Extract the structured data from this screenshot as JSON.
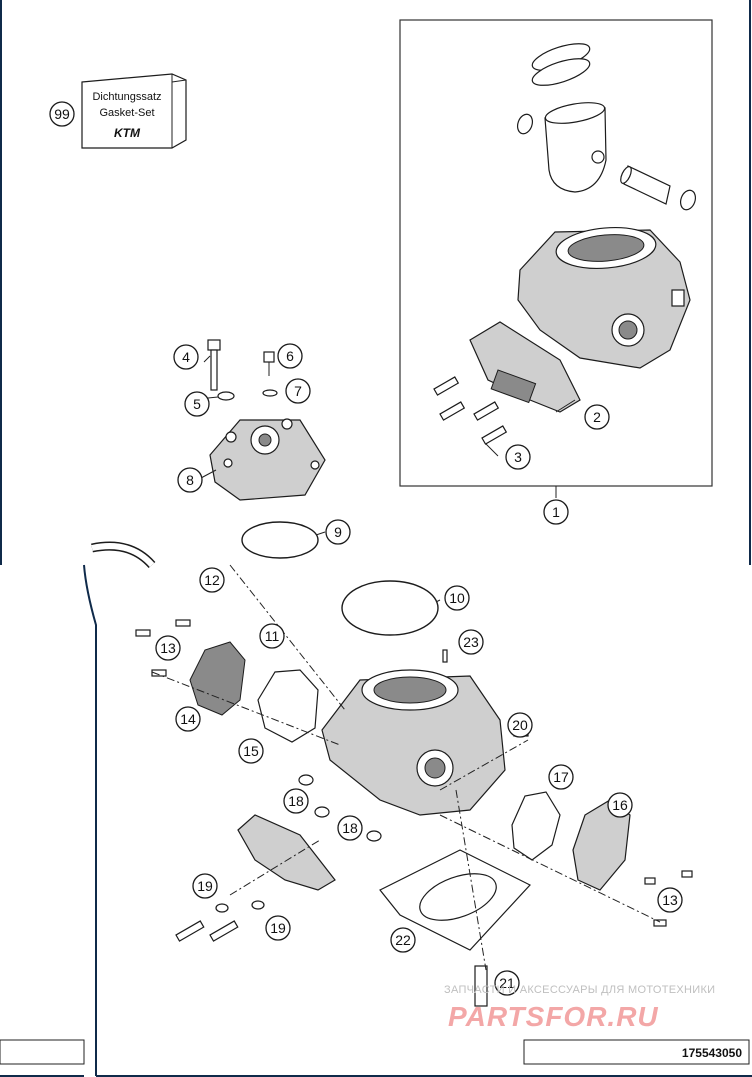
{
  "kit": {
    "number": "99",
    "line1": "Dichtungssatz",
    "line2": "Gasket-Set",
    "logo": "KTM"
  },
  "document_number": "175543050",
  "watermark": {
    "line1": "ЗАПЧАСТИ И АКСЕССУАРЫ ДЛЯ МОТОТЕХНИКИ",
    "line2": "PARTSFOR.RU"
  },
  "callouts": [
    "1",
    "2",
    "3",
    "4",
    "5",
    "6",
    "7",
    "8",
    "9",
    "10",
    "11",
    "12",
    "13",
    "13",
    "14",
    "15",
    "16",
    "17",
    "18",
    "18",
    "19",
    "19",
    "20",
    "21",
    "22",
    "23"
  ],
  "colors": {
    "frame": "#0f2a4a",
    "watermark_red": "#f08a8a"
  }
}
